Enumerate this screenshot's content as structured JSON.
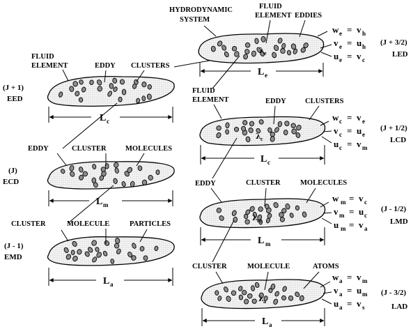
{
  "left_panels": [
    {
      "level": {
        "line1": "(J + 1)",
        "line2": "EED"
      },
      "labels": {
        "left_top": "FLUID",
        "left_bottom": "ELEMENT",
        "middle": "EDDY",
        "right": "CLUSTERS"
      },
      "dimension": {
        "main": "L",
        "sub": "c"
      }
    },
    {
      "level": {
        "line1": "(J)",
        "line2": "ECD"
      },
      "labels": {
        "left": "EDDY",
        "middle": "CLUSTER",
        "right": "MOLECULES"
      },
      "dimension": {
        "main": "L",
        "sub": "m"
      }
    },
    {
      "level": {
        "line1": "(J - 1)",
        "line2": "EMD"
      },
      "labels": {
        "left": "CLUSTER",
        "middle": "MOLECULE",
        "right": "PARTICLES"
      },
      "dimension": {
        "main": "L",
        "sub": "a"
      }
    }
  ],
  "right_panels": [
    {
      "level": {
        "line1": "(J + 3/2)",
        "line2": "LED"
      },
      "labels": {
        "left_top": "HYDRODYNAMIC",
        "left_bottom": "SYSTEM",
        "middle_top": "FLUID",
        "middle_bottom": "ELEMENT",
        "right": "EDDIES"
      },
      "lambda_sub": "e",
      "equations": [
        {
          "lhs": "w",
          "lhs_sub": "e",
          "rhs": "v",
          "rhs_sub": "h"
        },
        {
          "lhs": "v",
          "lhs_sub": "e",
          "rhs": "u",
          "rhs_sub": "h"
        },
        {
          "lhs": "u",
          "lhs_sub": "e",
          "rhs": "v",
          "rhs_sub": "c"
        }
      ],
      "dimension": {
        "main": "L",
        "sub": "e"
      }
    },
    {
      "level": {
        "line1": "(J + 1/2)",
        "line2": "LCD"
      },
      "labels": {
        "left_top": "FLUID",
        "left_bottom": "ELEMENT",
        "middle": "EDDY",
        "right": "CLUSTERS"
      },
      "lambda_sub": "c",
      "equations": [
        {
          "lhs": "w",
          "lhs_sub": "c",
          "rhs": "v",
          "rhs_sub": "e"
        },
        {
          "lhs": "v",
          "lhs_sub": "c",
          "rhs": "u",
          "rhs_sub": "e"
        },
        {
          "lhs": "u",
          "lhs_sub": "c",
          "rhs": "v",
          "rhs_sub": "m"
        }
      ],
      "dimension": {
        "main": "L",
        "sub": "c"
      }
    },
    {
      "level": {
        "line1": "(J - 1/2)",
        "line2": "LMD"
      },
      "labels": {
        "left": "EDDY",
        "middle": "CLUSTER",
        "right": "MOLECULES"
      },
      "lambda_sub": "m",
      "equations": [
        {
          "lhs": "w",
          "lhs_sub": "m",
          "rhs": "v",
          "rhs_sub": "c"
        },
        {
          "lhs": "v",
          "lhs_sub": "m",
          "rhs": "u",
          "rhs_sub": "c"
        },
        {
          "lhs": "u",
          "lhs_sub": "m",
          "rhs": "v",
          "rhs_sub": "a"
        }
      ],
      "dimension": {
        "main": "L",
        "sub": "m"
      }
    },
    {
      "level": {
        "line1": "(J - 3/2)",
        "line2": "LAD"
      },
      "labels": {
        "left": "CLUSTER",
        "middle": "MOLECULE",
        "right": "ATOMS"
      },
      "lambda_sub": "a",
      "equations": [
        {
          "lhs": "w",
          "lhs_sub": "a",
          "rhs": "v",
          "rhs_sub": "m"
        },
        {
          "lhs": "v",
          "lhs_sub": "a",
          "rhs": "u",
          "rhs_sub": "m"
        },
        {
          "lhs": "u",
          "lhs_sub": "a",
          "rhs": "v",
          "rhs_sub": "s"
        }
      ],
      "dimension": {
        "main": "L",
        "sub": "a"
      }
    }
  ],
  "colors": {
    "stipple_bg": "#f4f4f4",
    "stipple_dot": "#9a9a9a",
    "particle": "#8e8e8e",
    "ink": "#000000"
  }
}
